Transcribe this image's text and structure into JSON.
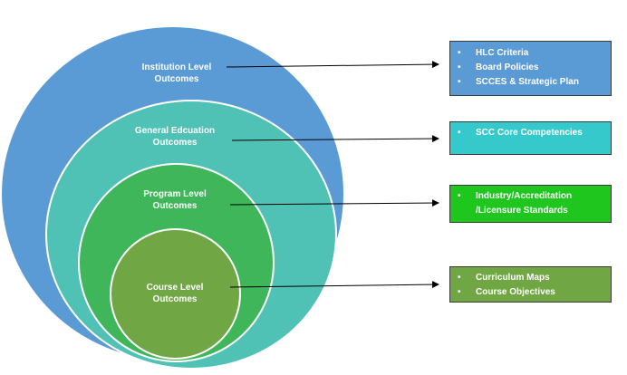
{
  "levels": {
    "institution": {
      "label_line1": "Institution Level",
      "label_line2": "Outcomes",
      "color": "#5b9bd5"
    },
    "general": {
      "label_line1": "General Edcuation",
      "label_line2": "Outcomes",
      "color": "#4fc2b5"
    },
    "program": {
      "label_line1": "Program Level",
      "label_line2": "Outcomes",
      "color": "#3fb659"
    },
    "course": {
      "label_line1": "Course Level",
      "label_line2": "Outcomes",
      "color": "#70a644"
    }
  },
  "boxes": {
    "hlc": {
      "items": [
        "HLC Criteria",
        "Board Policies",
        "SCCES & Strategic Plan"
      ],
      "color": "#5b9bd5"
    },
    "scc": {
      "items": [
        "SCC Core Competencies"
      ],
      "color": "#36c9cc"
    },
    "industry": {
      "items": [
        "Industry/Accreditation /Licensure Standards"
      ],
      "color": "#1ec61e"
    },
    "curriculum": {
      "items": [
        "Curriculum Maps",
        "Course Objectives"
      ],
      "color": "#70a644"
    }
  }
}
